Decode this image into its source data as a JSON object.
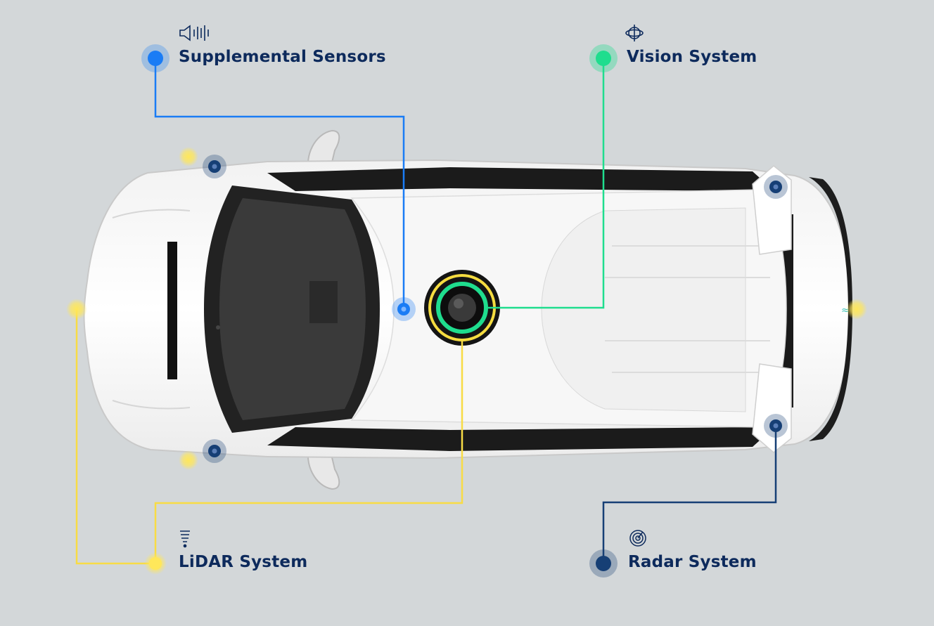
{
  "legend": {
    "supplemental": {
      "label": "Supplemental Sensors",
      "icon": "speaker-waves-icon",
      "color": "#1a7cf5"
    },
    "vision": {
      "label": "Vision System",
      "icon": "vision-orbit-icon",
      "color": "#1fdd8e"
    },
    "lidar": {
      "label": "LiDAR System",
      "icon": "lidar-beams-icon",
      "color": "#f8dc45"
    },
    "radar": {
      "label": "Radar System",
      "icon": "radar-target-icon",
      "color": "#163f75"
    }
  },
  "car": {
    "icon": "autonomous-vehicle-top-view-icon"
  }
}
